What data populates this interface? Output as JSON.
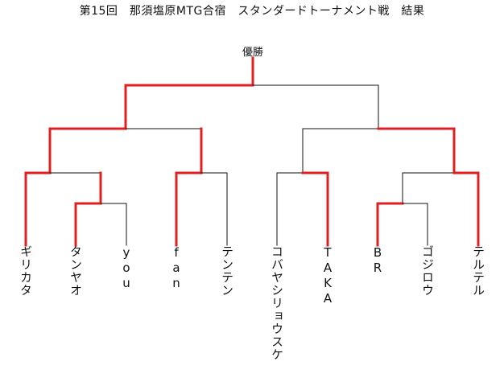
{
  "title": "第15回　那須塩原MTG合宿　スタンダードトーナメント戦　結果",
  "winner_label": "優勝",
  "colors": {
    "win_line": "#e02020",
    "loss_line": "#111111"
  },
  "players": [
    {
      "name": "ギリカタ"
    },
    {
      "name": "タンヤオ"
    },
    {
      "name": "you"
    },
    {
      "name": "fan"
    },
    {
      "name": "テンテン"
    },
    {
      "name": "コバヤシリョウスケ"
    },
    {
      "name": "TAKA"
    },
    {
      "name": "BR"
    },
    {
      "name": "ゴジロウ"
    },
    {
      "name": "テルテル"
    }
  ]
}
